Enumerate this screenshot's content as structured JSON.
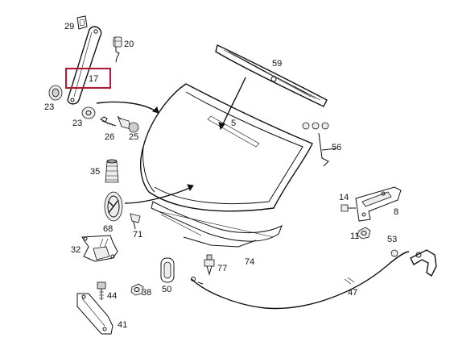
{
  "highlight": {
    "label": "17",
    "color": "#c8102e"
  },
  "parts": {
    "p29": "29",
    "p20": "20",
    "p17": "17",
    "p23a": "23",
    "p23b": "23",
    "p26": "26",
    "p25": "25",
    "p35": "35",
    "p68": "68",
    "p71": "71",
    "p32": "32",
    "p44": "44",
    "p38": "38",
    "p41": "41",
    "p50": "50",
    "p77": "77",
    "p74": "74",
    "p59": "59",
    "p5": "5",
    "p56": "56",
    "p14": "14",
    "p8": "8",
    "p11": "11",
    "p53": "53",
    "p47": "47"
  }
}
